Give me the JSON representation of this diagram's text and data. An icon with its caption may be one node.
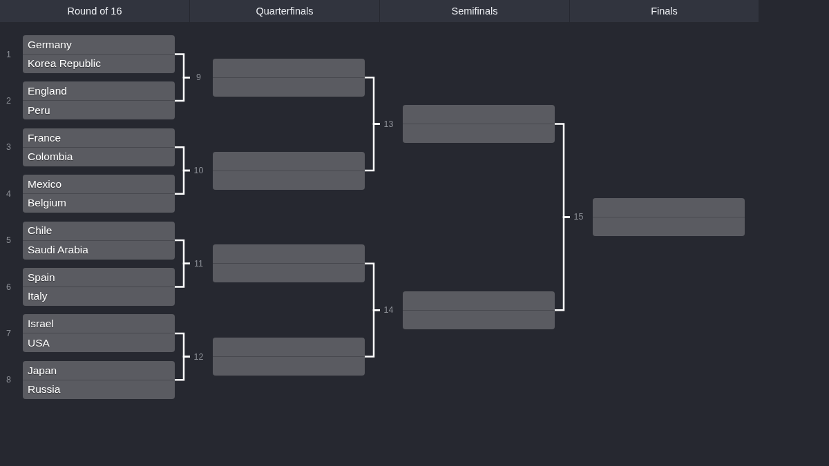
{
  "diagram": {
    "nodes": [
      {
        "text": [
          "Round of 16"
        ]
      },
      {
        "text": [
          "Quarterfinals"
        ]
      },
      {
        "text": [
          "Semifinals"
        ]
      },
      {
        "text": [
          "Finals"
        ]
      },
      {
        "text": [
          "Germany",
          "Korea Republic"
        ],
        "beside": [
          "1"
        ]
      },
      {
        "text": [
          "England",
          "Peru"
        ],
        "beside": [
          "2"
        ]
      },
      {
        "text": [
          "France",
          "Colombia"
        ],
        "beside": [
          "3"
        ]
      },
      {
        "text": [
          "Mexico",
          "Belgium"
        ],
        "beside": [
          "4"
        ]
      },
      {
        "text": [
          "Chile",
          "Saudi Arabia"
        ],
        "beside": [
          "5"
        ]
      },
      {
        "text": [
          "Spain",
          "Italy"
        ],
        "beside": [
          "6"
        ]
      },
      {
        "text": [
          "Israel",
          "USA"
        ],
        "beside": [
          "7"
        ]
      },
      {
        "text": [
          "Japan",
          "Russia"
        ],
        "beside": [
          "8"
        ]
      },
      {
        "text": [],
        "shape": "box",
        "beside": [
          "9"
        ]
      },
      {
        "text": [],
        "shape": "box",
        "beside": [
          "10"
        ]
      },
      {
        "text": [],
        "shape": "box",
        "beside": [
          "11"
        ]
      },
      {
        "text": [],
        "shape": "box",
        "beside": [
          "12"
        ]
      },
      {
        "text": [],
        "shape": "box",
        "beside": [
          "13"
        ]
      },
      {
        "text": [],
        "shape": "box",
        "beside": [
          "14"
        ]
      },
      {
        "text": [],
        "shape": "box",
        "beside": [
          "15"
        ]
      }
    ],
    "edges": [
      {
        "from": 4,
        "to": 12,
        "arrow": "none"
      },
      {
        "from": 5,
        "to": 12,
        "arrow": "none"
      },
      {
        "from": 6,
        "to": 13,
        "arrow": "none"
      },
      {
        "from": 7,
        "to": 13,
        "arrow": "none"
      },
      {
        "from": 8,
        "to": 14,
        "arrow": "none"
      },
      {
        "from": 9,
        "to": 14,
        "arrow": "none"
      },
      {
        "from": 10,
        "to": 15,
        "arrow": "none"
      },
      {
        "from": 11,
        "to": 15,
        "arrow": "none"
      },
      {
        "from": 12,
        "to": 16,
        "arrow": "none"
      },
      {
        "from": 13,
        "to": 16,
        "arrow": "none"
      },
      {
        "from": 14,
        "to": 17,
        "arrow": "none"
      },
      {
        "from": 15,
        "to": 17,
        "arrow": "none"
      },
      {
        "from": 16,
        "to": 18,
        "arrow": "none"
      },
      {
        "from": 17,
        "to": 18,
        "arrow": "none"
      }
    ]
  }
}
